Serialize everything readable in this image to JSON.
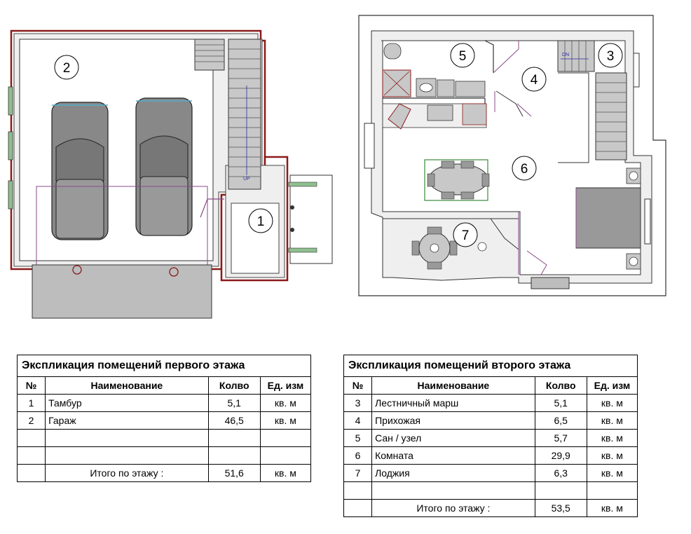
{
  "plan": {
    "labels_floor1": [
      "1",
      "2"
    ],
    "labels_floor2": [
      "3",
      "4",
      "5",
      "6",
      "7"
    ],
    "stair_up": "UP",
    "stair_dn": "DN"
  },
  "table1": {
    "caption": "Экспликация помещений первого этажа",
    "headers": [
      "№",
      "Наименование",
      "Колво",
      "Ед. изм"
    ],
    "rows": [
      {
        "num": "1",
        "name": "Тамбур",
        "qty": "5,1",
        "unit": "кв. м"
      },
      {
        "num": "2",
        "name": "Гараж",
        "qty": "46,5",
        "unit": "кв. м"
      },
      {
        "num": "",
        "name": "",
        "qty": "",
        "unit": ""
      },
      {
        "num": "",
        "name": "",
        "qty": "",
        "unit": ""
      }
    ],
    "total": {
      "label": "Итого по этажу :",
      "qty": "51,6",
      "unit": "кв. м"
    }
  },
  "table2": {
    "caption": "Экспликация помещений второго этажа",
    "headers": [
      "№",
      "Наименование",
      "Колво",
      "Ед. изм"
    ],
    "rows": [
      {
        "num": "3",
        "name": "Лестничный марш",
        "qty": "5,1",
        "unit": "кв. м"
      },
      {
        "num": "4",
        "name": "Прихожая",
        "qty": "6,5",
        "unit": "кв. м"
      },
      {
        "num": "5",
        "name": "Сан / узел",
        "qty": "5,7",
        "unit": "кв. м"
      },
      {
        "num": "6",
        "name": "Комната",
        "qty": "29,9",
        "unit": "кв. м"
      },
      {
        "num": "7",
        "name": "Лоджия",
        "qty": "6,3",
        "unit": "кв. м"
      },
      {
        "num": "",
        "name": "",
        "qty": "",
        "unit": ""
      }
    ],
    "total": {
      "label": "Итого по этажу :",
      "qty": "53,5",
      "unit": "кв. м"
    }
  }
}
